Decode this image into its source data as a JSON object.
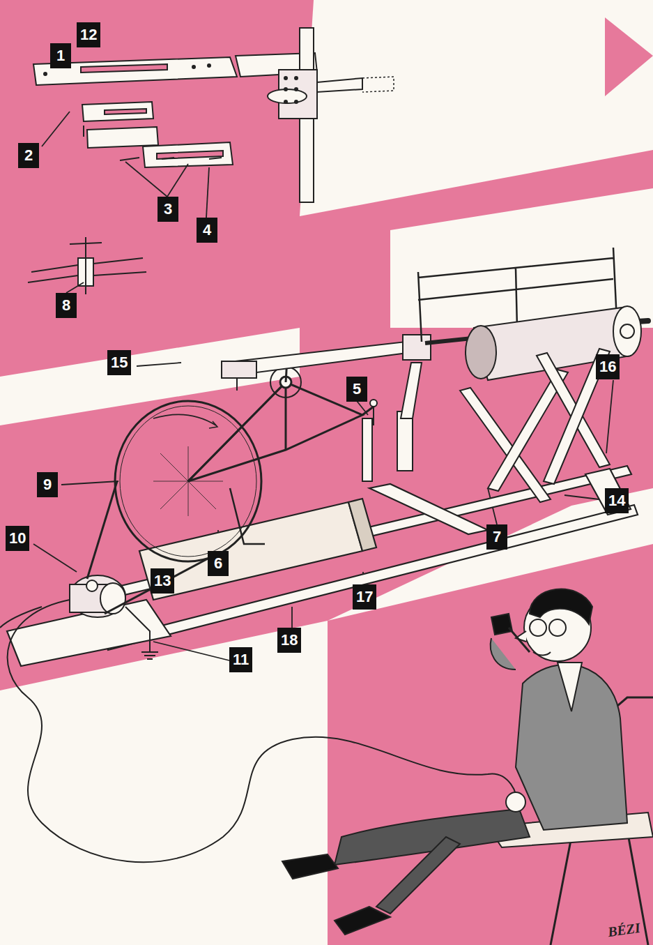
{
  "diagram": {
    "labels": [
      "1",
      "12",
      "2",
      "3",
      "4",
      "8",
      "15",
      "5",
      "16",
      "9",
      "10",
      "6",
      "13",
      "7",
      "17",
      "14",
      "11",
      "18",
      "BÉZI"
    ]
  }
}
